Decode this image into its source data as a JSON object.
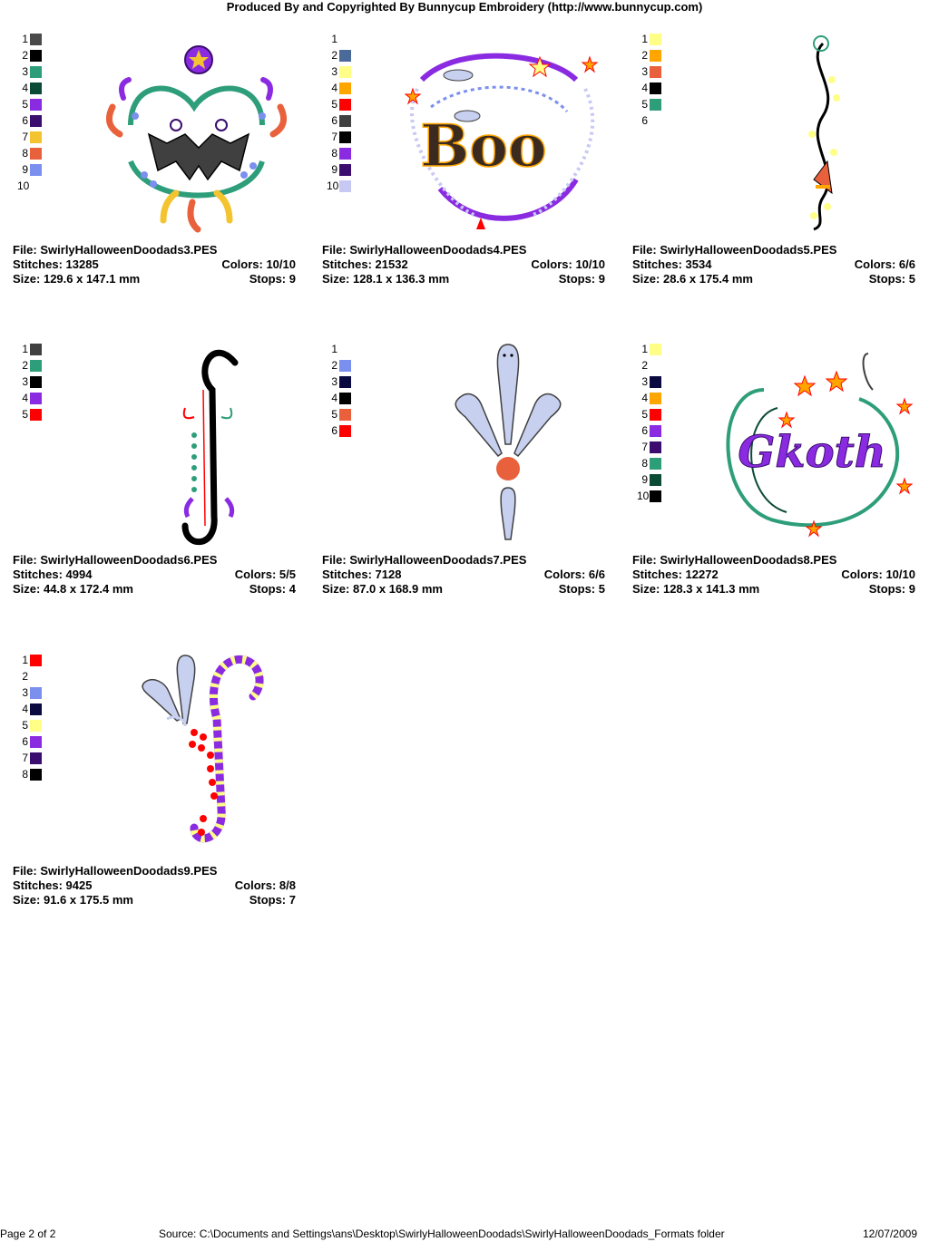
{
  "header": {
    "title": "Produced By and Copyrighted By Bunnycup Embroidery (http://www.bunnycup.com)"
  },
  "labels": {
    "file": "File:",
    "stitches": "Stitches:",
    "colors": "Colors:",
    "size": "Size:",
    "stops": "Stops:"
  },
  "designs": [
    {
      "file": "SwirlyHalloweenDoodads3.PES",
      "stitches": "13285",
      "colors": "10/10",
      "size": "129.6 x 147.1 mm",
      "stops": "9",
      "swatches": [
        {
          "n": "1",
          "color": "#4a4a4a"
        },
        {
          "n": "2",
          "color": "#000000"
        },
        {
          "n": "3",
          "color": "#2e9e7a"
        },
        {
          "n": "4",
          "color": "#0c4a38"
        },
        {
          "n": "5",
          "color": "#8a2be2"
        },
        {
          "n": "6",
          "color": "#3a0d6e"
        },
        {
          "n": "7",
          "color": "#f4c430"
        },
        {
          "n": "8",
          "color": "#e8603c"
        },
        {
          "n": "9",
          "color": "#7b8fef"
        },
        {
          "n": "10",
          "color": ""
        }
      ]
    },
    {
      "file": "SwirlyHalloweenDoodads4.PES",
      "stitches": "21532",
      "colors": "10/10",
      "size": "128.1 x 136.3 mm",
      "stops": "9",
      "swatches": [
        {
          "n": "1",
          "color": ""
        },
        {
          "n": "2",
          "color": "#4a6a9a"
        },
        {
          "n": "3",
          "color": "#ffff88"
        },
        {
          "n": "4",
          "color": "#ffa500"
        },
        {
          "n": "5",
          "color": "#ff0000"
        },
        {
          "n": "6",
          "color": "#404040"
        },
        {
          "n": "7",
          "color": "#000000"
        },
        {
          "n": "8",
          "color": "#8a2be2"
        },
        {
          "n": "9",
          "color": "#3a0d6e"
        },
        {
          "n": "10",
          "color": "#c8c8f4"
        }
      ]
    },
    {
      "file": "SwirlyHalloweenDoodads5.PES",
      "stitches": "3534",
      "colors": "6/6",
      "size": "28.6 x 175.4 mm",
      "stops": "5",
      "swatches": [
        {
          "n": "1",
          "color": "#ffff88"
        },
        {
          "n": "2",
          "color": "#ffa500"
        },
        {
          "n": "3",
          "color": "#e8603c"
        },
        {
          "n": "4",
          "color": "#000000"
        },
        {
          "n": "5",
          "color": "#2e9e7a"
        },
        {
          "n": "6",
          "color": ""
        }
      ]
    },
    {
      "file": "SwirlyHalloweenDoodads6.PES",
      "stitches": "4994",
      "colors": "5/5",
      "size": "44.8 x 172.4 mm",
      "stops": "4",
      "swatches": [
        {
          "n": "1",
          "color": "#404040"
        },
        {
          "n": "2",
          "color": "#2e9e7a"
        },
        {
          "n": "3",
          "color": "#000000"
        },
        {
          "n": "4",
          "color": "#8a2be2"
        },
        {
          "n": "5",
          "color": "#ff0000"
        }
      ]
    },
    {
      "file": "SwirlyHalloweenDoodads7.PES",
      "stitches": "7128",
      "colors": "6/6",
      "size": "87.0 x 168.9 mm",
      "stops": "5",
      "swatches": [
        {
          "n": "1",
          "color": ""
        },
        {
          "n": "2",
          "color": "#7b8fef"
        },
        {
          "n": "3",
          "color": "#0a0a40"
        },
        {
          "n": "4",
          "color": "#000000"
        },
        {
          "n": "5",
          "color": "#e8603c"
        },
        {
          "n": "6",
          "color": "#ff0000"
        }
      ]
    },
    {
      "file": "SwirlyHalloweenDoodads8.PES",
      "stitches": "12272",
      "colors": "10/10",
      "size": "128.3 x 141.3 mm",
      "stops": "9",
      "swatches": [
        {
          "n": "1",
          "color": "#ffff88"
        },
        {
          "n": "2",
          "color": ""
        },
        {
          "n": "3",
          "color": "#0a0a40"
        },
        {
          "n": "4",
          "color": "#ffa500"
        },
        {
          "n": "5",
          "color": "#ff0000"
        },
        {
          "n": "6",
          "color": "#8a2be2"
        },
        {
          "n": "7",
          "color": "#3a0d6e"
        },
        {
          "n": "8",
          "color": "#2e9e7a"
        },
        {
          "n": "9",
          "color": "#0c4a38"
        },
        {
          "n": "10",
          "color": "#000000"
        }
      ]
    },
    {
      "file": "SwirlyHalloweenDoodads9.PES",
      "stitches": "9425",
      "colors": "8/8",
      "size": "91.6 x 175.5 mm",
      "stops": "7",
      "swatches": [
        {
          "n": "1",
          "color": "#ff0000"
        },
        {
          "n": "2",
          "color": ""
        },
        {
          "n": "3",
          "color": "#7b8fef"
        },
        {
          "n": "4",
          "color": "#0a0a40"
        },
        {
          "n": "5",
          "color": "#ffff88"
        },
        {
          "n": "6",
          "color": "#8a2be2"
        },
        {
          "n": "7",
          "color": "#3a0d6e"
        },
        {
          "n": "8",
          "color": "#000000"
        }
      ]
    }
  ],
  "footer": {
    "page": "Page 2 of 2",
    "source": "Source: C:\\Documents and Settings\\ans\\Desktop\\SwirlyHalloweenDoodads\\SwirlyHalloweenDoodads_Formats folder",
    "date": "12/07/2009"
  }
}
